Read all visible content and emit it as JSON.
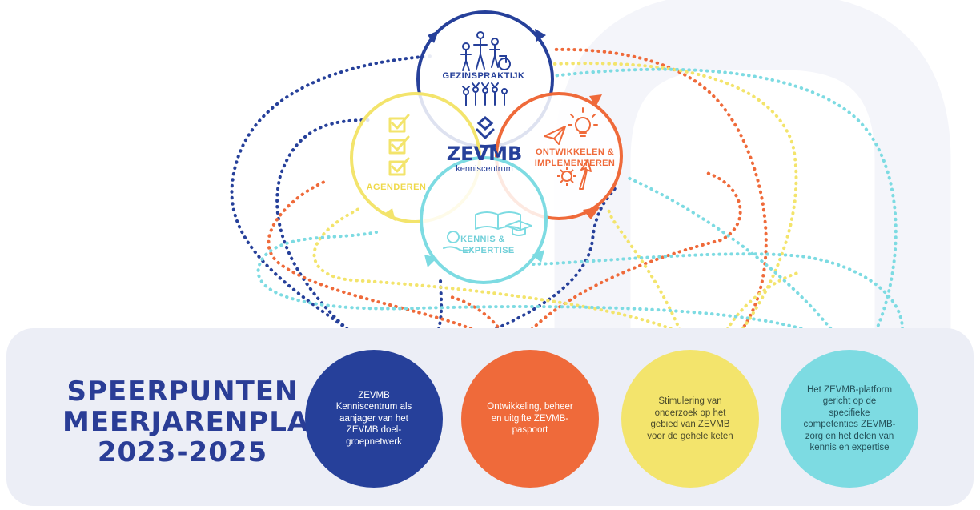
{
  "colors": {
    "navy": "#26409a",
    "orange": "#ef6a3a",
    "yellow": "#f3e46c",
    "cyan": "#7ddbe2",
    "panel": "#eceef6"
  },
  "cycle": {
    "gezinspraktijk": "GEZINSPRAKTIJK",
    "agenderen": "AGENDEREN",
    "ontwikkelen_line1": "ONTWIKKELEN &",
    "ontwikkelen_line2": "IMPLEMENTEREN",
    "kennis_line1": "KENNIS &",
    "kennis_line2": "EXPERTISE"
  },
  "center": {
    "brand": "ZEVMB",
    "sub": "kenniscentrum"
  },
  "title": {
    "line1": "SPEERPUNTEN",
    "line2": "MEERJARENPLAN",
    "line3": "2023-2025"
  },
  "speerpunten": [
    {
      "text": "ZEVMB Kenniscentrum als aanjager van het ZEVMB doel-groepnetwerk"
    },
    {
      "text": "Ontwikkeling, beheer en uitgifte ZEVMB-paspoort"
    },
    {
      "text": "Stimulering van onderzoek op het gebied van ZEVMB voor de gehele keten"
    },
    {
      "text": "Het ZEVMB-platform gericht op de specifieke competenties ZEVMB-zorg en het delen van kennis en expertise"
    }
  ],
  "icons": [
    "people-icon",
    "checkbox-icon",
    "paper-plane-icon",
    "lightbulb-icon",
    "gear-icon",
    "arrow-up-icon",
    "book-icon",
    "graduation-cap-icon",
    "brain-hand-icon",
    "zevmb-logo-icon"
  ]
}
